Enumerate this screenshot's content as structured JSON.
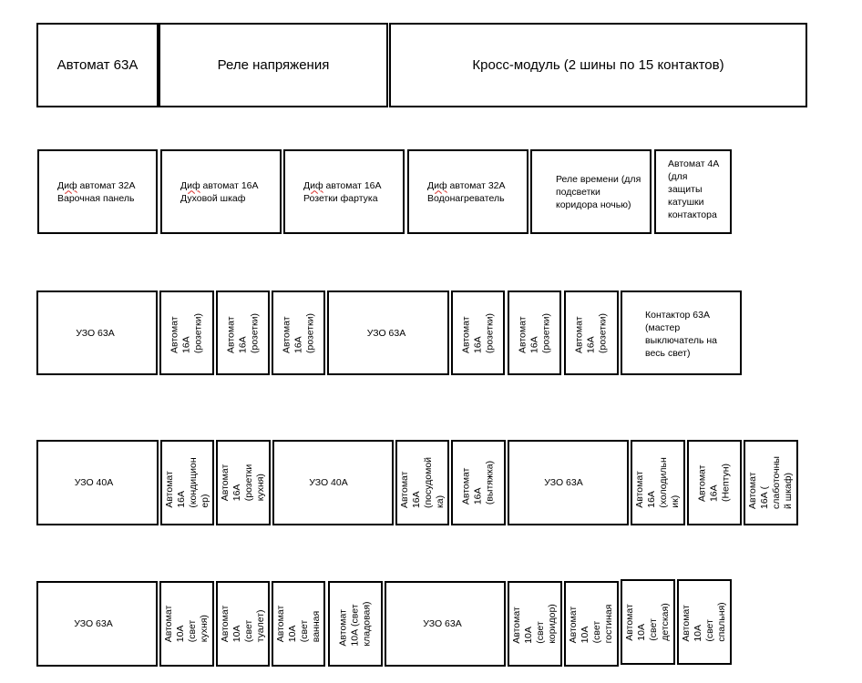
{
  "row1": {
    "main_breaker": "Автомат 63А",
    "voltage_relay": "Реле напряжения",
    "cross_module": "Кросс-модуль (2 шины по 15 контактов)"
  },
  "row2": {
    "rcbo_cooktop": {
      "word": "Диф",
      "text": " автомат 32А\nВарочная панель"
    },
    "rcbo_oven": {
      "word": "Диф",
      "text": " автомат 16А\nДуховой шкаф"
    },
    "rcbo_backsplash": {
      "word": "Диф",
      "text": " автомат 16А\nРозетки фартука"
    },
    "rcbo_water_heater": {
      "word": "Диф",
      "text": " автомат 32А\nВодонагреватель"
    },
    "time_relay": "Реле времени (для\nподсветки\nкоридора ночью)",
    "breaker_4a": "Автомат 4А\n(для\nзащиты\nкатушки\nконтактора"
  },
  "row3": {
    "rcd_1": "УЗО 63А",
    "breaker_1": "Автомат\n16А\n(розетки)",
    "breaker_2": "Автомат\n16А\n(розетки)",
    "breaker_3": "Автомат\n16А\n(розетки)",
    "rcd_2": "УЗО 63А",
    "breaker_4": "Автомат\n16А\n(розетки)",
    "breaker_5": "Автомат\n16А\n(розетки)",
    "breaker_6": "Автомат\n16А\n(розетки)",
    "contactor": "Контактор 63А\n(мастер\nвыключатель на\nвесь свет)"
  },
  "row4": {
    "rcd_1": "УЗО 40А",
    "breaker_ac": "Автомат\n16А\n(кондицион\nер)",
    "breaker_kitchen": "Автомат\n16А\n(розетки\nкухня)",
    "rcd_2": "УЗО 40А",
    "breaker_dishwasher": "Автомат\n16А\n(посудомой\nка)",
    "breaker_hood": "Автомат\n16А\n(вытяжка)",
    "rcd_3": "УЗО 63А",
    "breaker_fridge": "Автомат\n16А\n(холодильн\nик)",
    "breaker_neptun": "Автомат\n16А\n(Нептун)",
    "breaker_lowvoltage": "Автомат\n16А (\nслаботочны\nй шкаф)"
  },
  "row5": {
    "rcd_1": "УЗО 63А",
    "light_kitchen": "Автомат\n10А (свет\nкухня)",
    "light_toilet": "Автомат\n10А (свет\nтуалет)",
    "light_bathroom": "Автомат\n10А (свет\nванная",
    "light_pantry": "Автомат\n10А (свет\nкладовая)",
    "rcd_2": "УЗО 63А",
    "light_corridor": "Автомат\n10А (свет\nкоридор)",
    "light_living": "Автомат\n10А (свет\nгостиная",
    "light_kids": "Автомат\n10А (свет\nдетская)",
    "light_bedroom": "Автомат\n10А (свет\nспальня)"
  }
}
